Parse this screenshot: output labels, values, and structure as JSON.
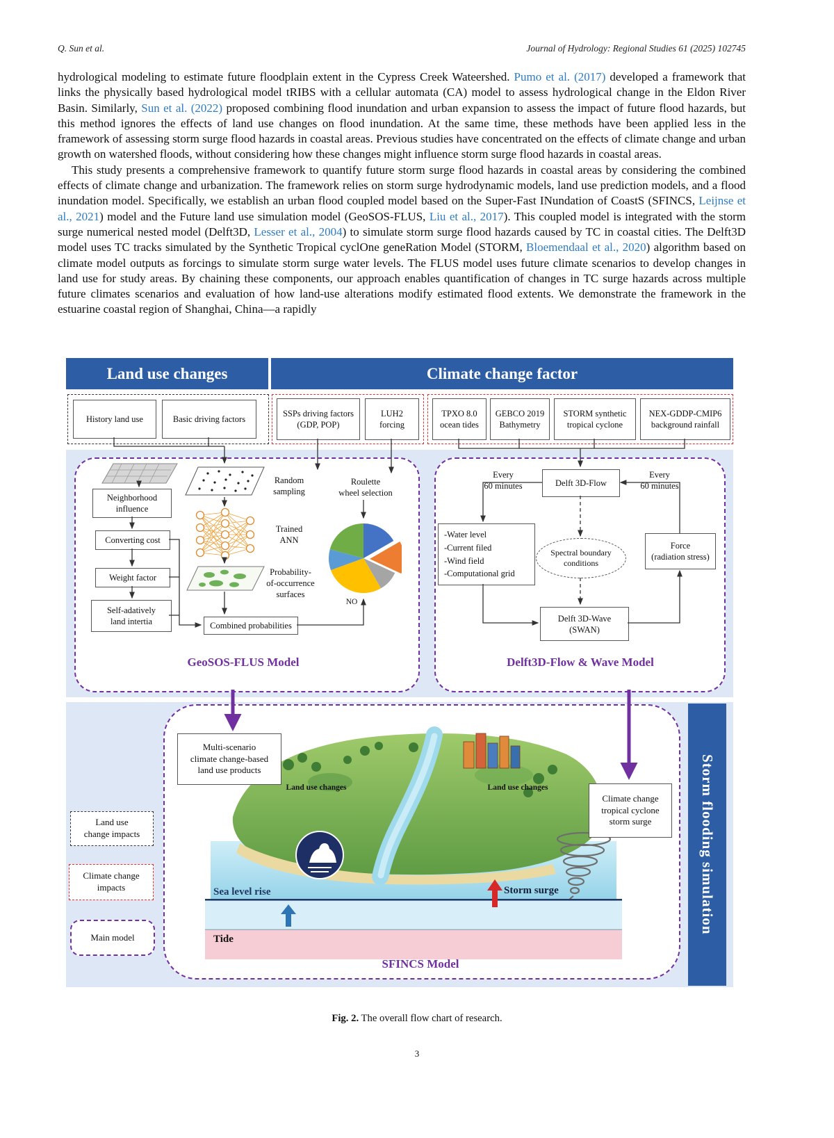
{
  "page": {
    "header_left": "Q. Sun et al.",
    "header_right": "Journal of Hydrology: Regional Studies 61 (2025) 102745",
    "page_number": "3"
  },
  "body": {
    "p1": {
      "t1": "hydrological modeling to estimate future floodplain extent in the Cypress Creek Wateershed. ",
      "link1": "Pumo et al. (2017)",
      "t2": " developed a framework that links the physically based hydrological model tRIBS with a cellular automata (CA) model to assess hydrological change in the Eldon River Basin. Similarly, ",
      "link2": "Sun et al. (2022)",
      "t3": " proposed combining flood inundation and urban expansion to assess the impact of future flood hazards, but this method ignores the effects of land use changes on flood inundation. At the same time, these methods have been applied less in the framework of assessing storm surge flood hazards in coastal areas. Previous studies have concentrated on the effects of climate change and urban growth on watershed floods, without considering how these changes might influence storm surge flood hazards in coastal areas."
    },
    "p2": {
      "t1": "This study presents a comprehensive framework to quantify future storm surge flood hazards in coastal areas by considering the combined effects of climate change and urbanization. The framework relies on storm surge hydrodynamic models, land use prediction models, and a flood inundation model. Specifically, we establish an urban flood coupled model based on the Super-Fast INundation of CoastS (SFINCS, ",
      "link1": "Leijnse et al., 2021",
      "t2": ") model and the Future land use simulation model (GeoSOS-FLUS, ",
      "link2": "Liu et al., 2017",
      "t3": "). This coupled model is integrated with the storm surge numerical nested model (Delft3D, ",
      "link3": "Lesser et al., 2004",
      "t4": ") to simulate storm surge flood hazards caused by TC in coastal cities. The Delft3D model uses TC tracks simulated by the Synthetic Tropical cyclOne geneRation Model (STORM, ",
      "link4": "Bloemendaal et al., 2020",
      "t5": ") algorithm based on climate model outputs as forcings to simulate storm surge water levels. The FLUS model uses future climate scenarios to develop changes in land use for study areas. By chaining these components, our approach enables quantification of changes in TC surge hazards across multiple future climates scenarios and evaluation of how land-use alterations modify estimated flood extents. We demonstrate the framework in the estuarine coastal region of Shanghai, China—a rapidly"
    }
  },
  "figure": {
    "headers": {
      "land_use": "Land use changes",
      "climate": "Climate change factor"
    },
    "inputs": {
      "history": "History land use",
      "basic": "Basic driving factors",
      "ssps": "SSPs driving factors\n(GDP, POP)",
      "luh2": "LUH2\nforcing",
      "tpxo": "TPXO 8.0\nocean tides",
      "gebco": "GEBCO 2019\nBathymetry",
      "storm": "STORM synthetic\ntropical cyclone",
      "nex": "NEX-GDDP-CMIP6\nbackground rainfall"
    },
    "flus": {
      "neighborhood": "Neighborhood\ninfluence",
      "converting": "Converting cost",
      "weight": "Weight factor",
      "self_adaptive": "Self-adatively\nland intertia",
      "random_sampling": "Random\nsampling",
      "trained_ann": "Trained\nANN",
      "probability": "Probability-\nof-occurrence\nsurfaces",
      "combined": "Combined probabilities",
      "roulette": "Roulette\nwheel selection",
      "no": "NO",
      "title": "GeoSOS-FLUS Model"
    },
    "delft": {
      "every_left": "Every\n60 minutes",
      "every_right": "Every\n60 minutes",
      "flow": "Delft 3D-Flow",
      "inputs": "-Water level\n-Current filed\n-Wind field\n-Computational grid",
      "spectral": "Spectral boundary\nconditions",
      "force": "Force\n(radiation stress)",
      "wave": "Delft 3D-Wave\n(SWAN)",
      "title": "Delft3D-Flow & Wave Model"
    },
    "sfincs": {
      "multi": "Multi-scenario\nclimate change-based\nland use products",
      "cc_surge": "Climate change\ntropical cyclone\nstorm surge",
      "land_use_label_1": "Land use changes",
      "land_use_label_2": "Land use changes",
      "sea_level": "Sea level rise",
      "storm_surge": "Storm surge",
      "tide": "Tide",
      "title": "SFINCS Model"
    },
    "legend": {
      "land_use": "Land use\nchange impacts",
      "climate": "Climate change\nimpacts",
      "main": "Main model"
    },
    "side_bar": "Storm flooding simulation",
    "caption_label": "Fig. 2.",
    "caption_text": " The overall flow chart of research."
  }
}
